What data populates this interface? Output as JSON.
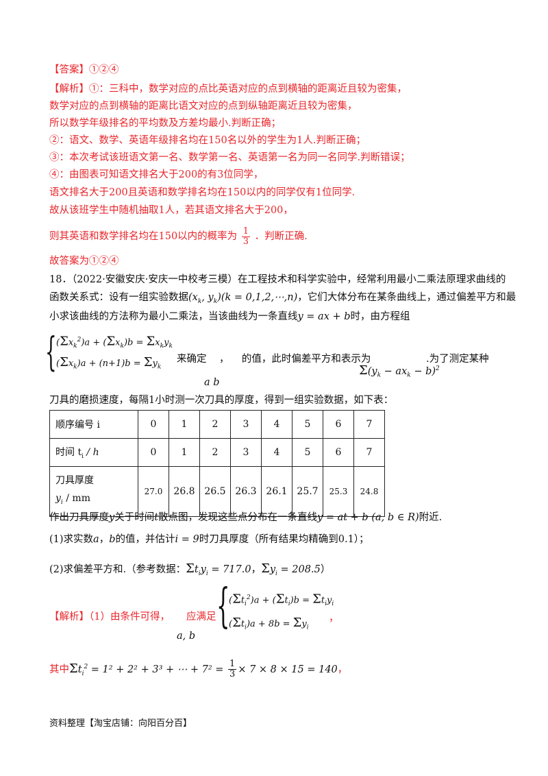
{
  "answer": {
    "label": "【答案】",
    "value": "①②④"
  },
  "analysis": {
    "label": "【解析】",
    "lines": [
      "①：三科中，数学对应的点比英语对应的点到横轴的距离近且较为密集，",
      "数学对应的点到横轴的距离比语文对应的点到纵轴距离近且较为密集，",
      "所以数学年级排名的平均数及方差均最小.判断正确；",
      "②：语文、数学、英语年级排名均在150名以外的学生为1人.判断正确；",
      "③：本次考试该班语文第一名、数学第一名、英语第一名为同一名同学.判断错误；",
      "④：由图表可知语文排名大于200的有3位同学，",
      "语文排名大于200且英语和数学排名均在150以内的同学仅有1位同学.",
      "故从该班学生中随机抽取1人，若其语文排名大于200，"
    ],
    "prob_prefix": "则其英语和数学排名均在150以内的概率为",
    "prob_num": "1",
    "prob_den": "3",
    "prob_suffix": "．判断正确.",
    "conclusion": "故答案为①②④"
  },
  "q18": {
    "line1": "18．（2022·安徽安庆·安庆一中校考三模）在工程技术和科学实验中，经常利用最小二乘法原理求曲线的",
    "line2_a": "函数关系式：设有一组实验数据",
    "line2_math": "(x",
    "line2_b": "，它们大体分布在某条曲线上，通过偏差平方和最",
    "line3_a": "小求该曲线的方法称为最小二乘法，当该曲线为一条直线",
    "line3_math": "y = ax + b",
    "line3_b": "时，由方程组",
    "sys_mid": "来确定",
    "sys_comma": "，",
    "sys_ab": "a   b",
    "sys_desc": "的值，此时偏差平方和表示为",
    "sys_tail": ".为了测定某种",
    "line5": "刀具的磨损速度，每隔1小时测一次刀具的厚度，得到一组实验数据，如下表："
  },
  "table": {
    "headers": [
      "顺序编号 i",
      "时间 t",
      "刀具厚度"
    ],
    "unit_h": "/ h",
    "unit_mm": "/ mm",
    "row_i": [
      "0",
      "1",
      "2",
      "3",
      "4",
      "5",
      "6",
      "7"
    ],
    "row_t": [
      "0",
      "1",
      "2",
      "3",
      "4",
      "5",
      "6",
      "7"
    ],
    "row_y": [
      "27.0",
      "26.8",
      "26.5",
      "26.3",
      "26.1",
      "25.7",
      "25.3",
      "24.8"
    ]
  },
  "after_table": {
    "line1_a": "作出刀具厚度",
    "line1_b": "关于时间",
    "line1_c": "散点图，发现这些点分布在一条直线",
    "line1_math": "y = at + b (a, b ∈ R)",
    "line1_d": "附近.",
    "q1": "(1)求实数",
    "q1_b": "的值，并估计",
    "q1_c": "时刀具厚度（所有结果均精确到",
    "q1_d": "0.1",
    "q1_e": "）；",
    "q2": "(2)求偏差平方和.（参考数据：",
    "q2_v1": "= 717.0",
    "q2_v2": "= 208.5",
    "q2_end": "）"
  },
  "solution": {
    "label": "【解析】",
    "text": "（1）由条件可得，",
    "must": "应满足",
    "ab": "a, b",
    "comma": "，",
    "where": "其中",
    "expr": "= 1² + 2² + 3³ + ⋯ + 7² =",
    "expr2": "× 7 × 8 × 15 = 140",
    "end": "，"
  },
  "footer": "资料整理【淘宝店铺：向阳百分百】"
}
